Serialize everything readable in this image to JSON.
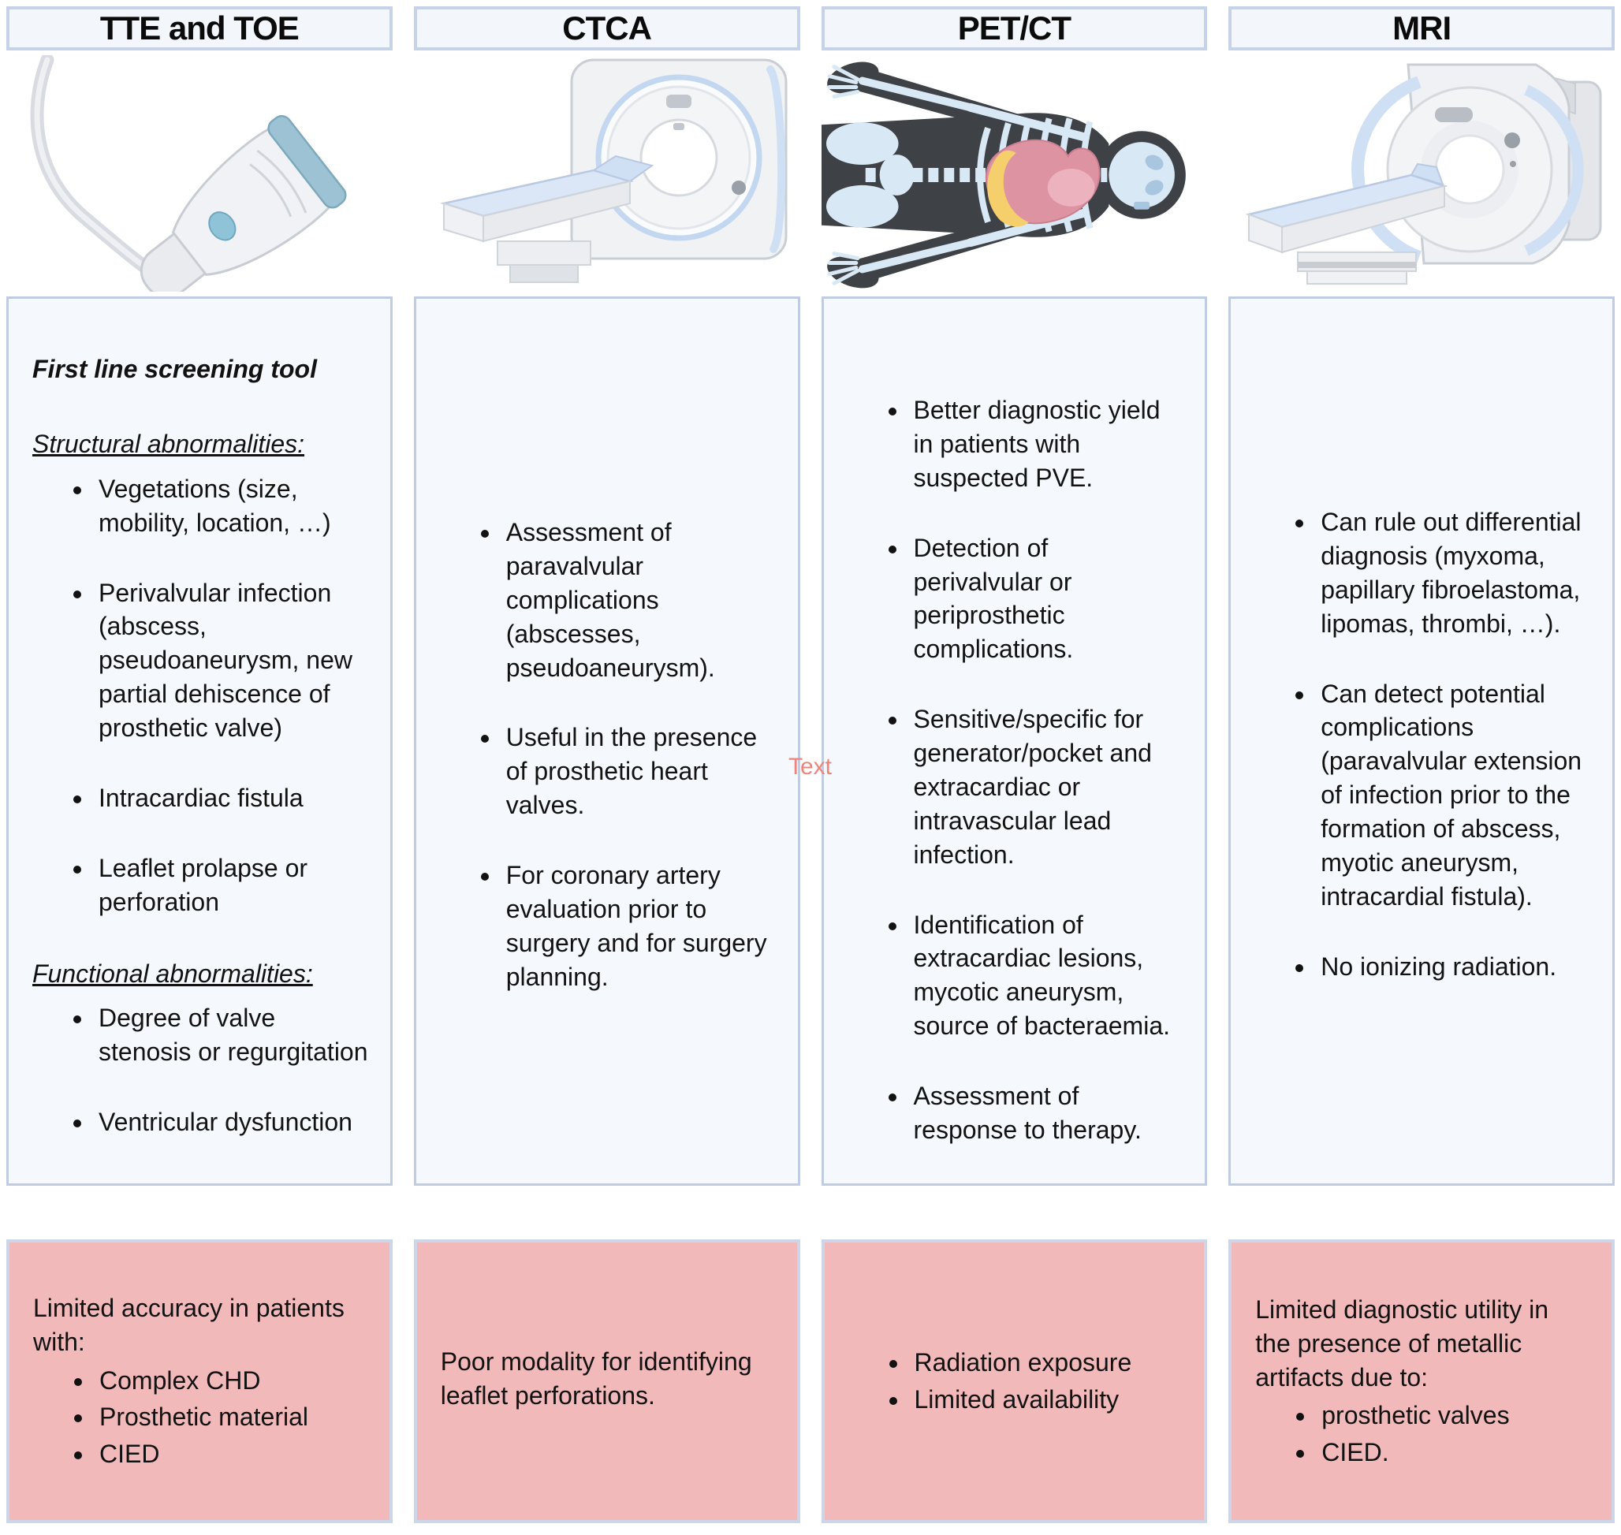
{
  "stray_label": {
    "text": "Text",
    "color": "#f0837a"
  },
  "colors": {
    "header_bg": "#f3f7fb",
    "header_border": "#c5d2e8",
    "info_bg": "#f5f8fc",
    "info_border": "#bfcce2",
    "limitation_bg": "#f1b9b9",
    "limitation_border": "#ccd6e8",
    "illustration_blue": "#cfe0f4",
    "illustration_grey": "#f0f1f4",
    "body_scan_dark": "#3e4246",
    "skeleton_blue": "#d9e8f5",
    "heart_pink": "#dd93a2",
    "heart_yellow": "#f5cf6b"
  },
  "columns": [
    {
      "header": "TTE and TOE",
      "illustration": "ultrasound-probe",
      "info": {
        "intro": "First line screening tool",
        "sections": [
          {
            "heading": "Structural abnormalities:",
            "bullets": [
              "Vegetations (size, mobility, location, …)",
              "Perivalvular infection (abscess, pseudoaneurysm, new partial dehiscence of prosthetic valve)",
              "Intracardiac fistula",
              "Leaflet prolapse or perforation"
            ]
          },
          {
            "heading": "Functional abnormalities:",
            "bullets": [
              "Degree of valve stenosis or regurgitation",
              "Ventricular dysfunction"
            ]
          }
        ]
      },
      "limitations": {
        "lead": "Limited accuracy in patients with:",
        "bullets": [
          "Complex CHD",
          "Prosthetic material",
          "CIED"
        ]
      }
    },
    {
      "header": "CTCA",
      "illustration": "ct-scanner",
      "info": {
        "bullets": [
          "Assessment of paravalvular complications (abscesses, pseudoaneurysm).",
          "Useful in the presence of prosthetic heart valves.",
          "For coronary artery evaluation prior to surgery and for surgery planning."
        ]
      },
      "limitations": {
        "lead": "Poor modality for identifying leaflet perforations.",
        "bullets": []
      }
    },
    {
      "header": "PET/CT",
      "illustration": "body-scan",
      "info": {
        "bullets": [
          "Better diagnostic yield in patients with suspected PVE.",
          "Detection of perivalvular or periprosthetic complications.",
          "Sensitive/specific for generator/pocket and extracardiac or intravascular lead infection.",
          "Identification of extracardiac lesions, mycotic aneurysm, source of bacteraemia.",
          "Assessment of response to therapy."
        ]
      },
      "limitations": {
        "lead": "",
        "bullets": [
          "Radiation exposure",
          "Limited availability"
        ]
      }
    },
    {
      "header": "MRI",
      "illustration": "mri-scanner",
      "info": {
        "bullets": [
          "Can rule out differential diagnosis (myxoma, papillary fibroelastoma, lipomas, thrombi, …).",
          "Can detect potential complications (paravalvular extension of infection prior to the formation of abscess, myotic aneurysm, intracardial fistula).",
          "No ionizing radiation."
        ]
      },
      "limitations": {
        "lead": "Limited diagnostic utility in the presence of metallic artifacts due to:",
        "bullets": [
          "prosthetic valves",
          "CIED."
        ]
      }
    }
  ]
}
